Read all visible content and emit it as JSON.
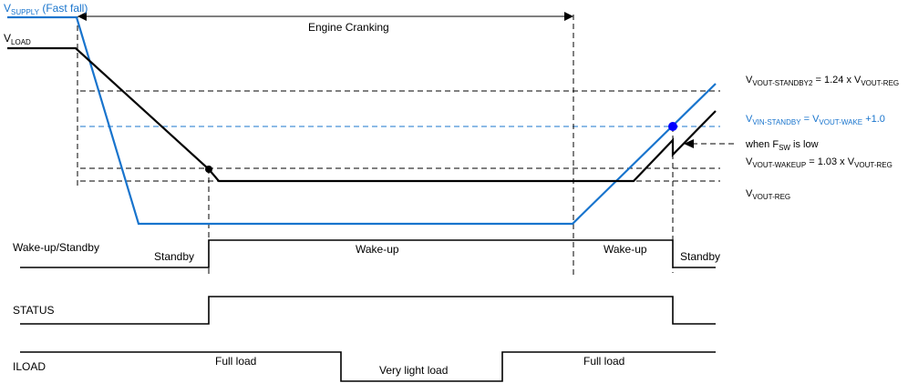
{
  "labels": {
    "vsupply_main": "V",
    "vsupply_sub": "SUPPLY",
    "vsupply_note": " (Fast fall)",
    "vload_main": "V",
    "vload_sub": "LOAD",
    "engine_cranking": "Engine Cranking",
    "wake_standby": "Wake-up/Standby",
    "status": "STATUS",
    "iload": "ILOAD"
  },
  "levels": {
    "standby2": {
      "main": "V",
      "sub": "VOUT-STANDBY2",
      "eq": " = 1.24 x V",
      "sub2": "VOUT-REG"
    },
    "vin_standby": {
      "main": "V",
      "sub": "VIN-STANDBY",
      "eq": " = V",
      "sub2": "VOUT-WAKE",
      "tail": " +1.0"
    },
    "fsw_note": {
      "main": "when F",
      "sub": "SW",
      "tail": " is low"
    },
    "wakeup": {
      "main": "V",
      "sub": "VOUT-WAKEUP",
      "eq": " = 1.03 x V",
      "sub2": "VOUT-REG"
    },
    "vreg": {
      "main": "V",
      "sub": "VOUT-REG"
    }
  },
  "states": {
    "standby_left": "Standby",
    "wakeup_mid": "Wake-up",
    "wakeup_right": "Wake-up",
    "standby_right": "Standby"
  },
  "load": {
    "full_left": "Full load",
    "very_light": "Very light load",
    "full_right": "Full load"
  },
  "colors": {
    "supply": "#1874cd",
    "load": "#000000",
    "marker": "#0000ff"
  }
}
